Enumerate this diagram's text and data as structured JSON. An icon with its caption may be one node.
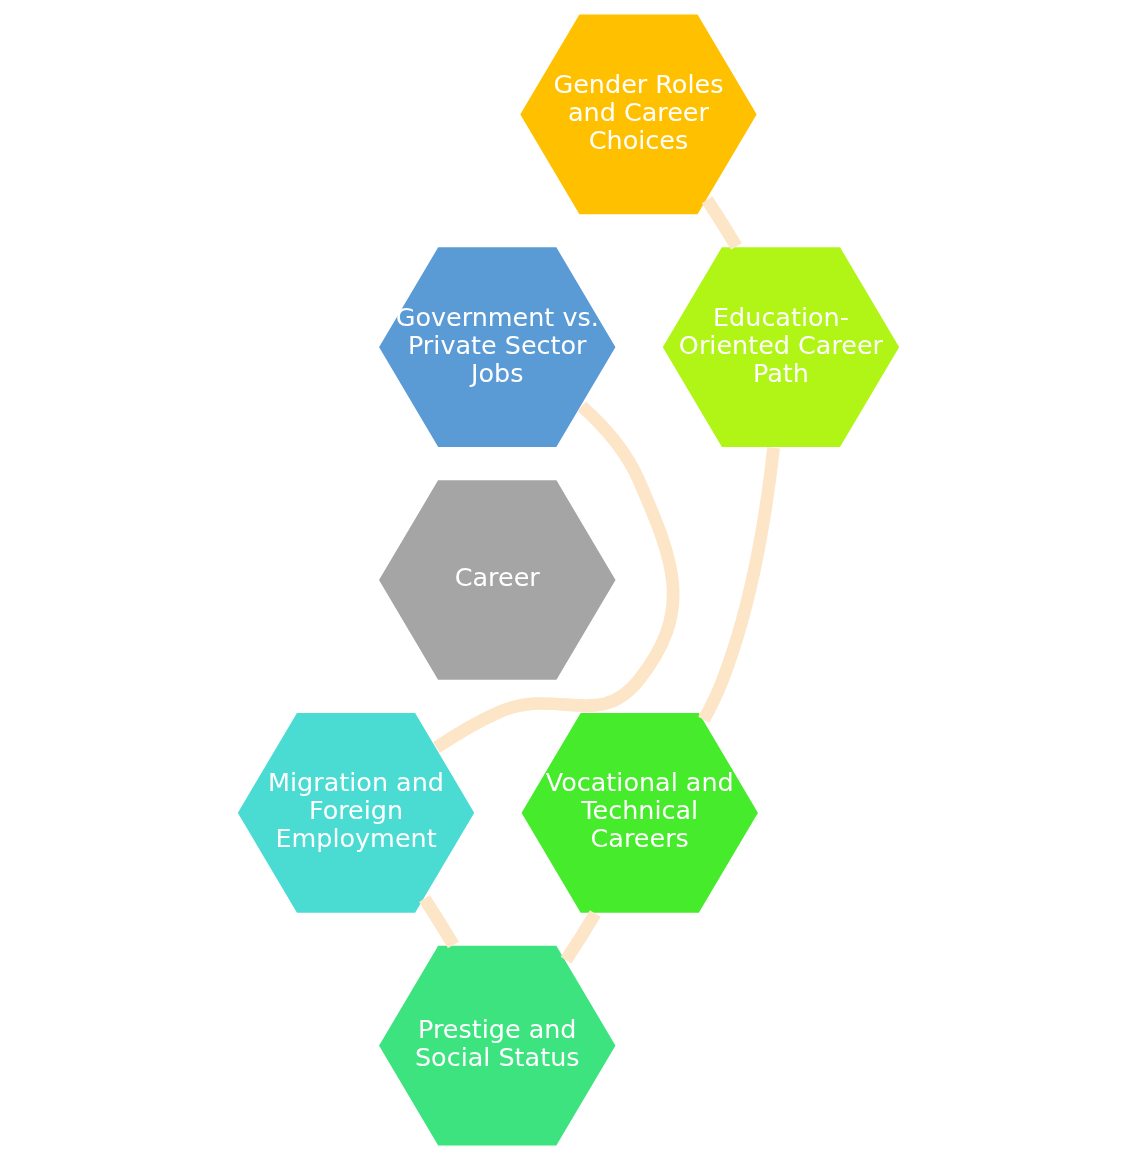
{
  "diagram": {
    "nodes": [
      {
        "text": [
          "Gender Roles and Career Choices"
        ]
      },
      {
        "text": [
          "Government vs. Private Sector Jobs"
        ]
      },
      {
        "text": [
          "Education-Oriented Career Path"
        ]
      },
      {
        "text": [
          "Career"
        ]
      },
      {
        "text": [
          "Migration and Foreign Employment"
        ]
      },
      {
        "text": [
          "Vocational and Technical Careers"
        ]
      },
      {
        "text": [
          "Prestige and Social Status"
        ]
      }
    ],
    "edges": [
      {
        "from": 0,
        "to": 2,
        "arrow": "none"
      },
      {
        "from": 2,
        "to": 5,
        "arrow": "none"
      },
      {
        "from": 5,
        "to": 6,
        "arrow": "none"
      },
      {
        "from": 6,
        "to": 4,
        "arrow": "none"
      },
      {
        "from": 4,
        "to": 1,
        "arrow": "none"
      }
    ]
  }
}
